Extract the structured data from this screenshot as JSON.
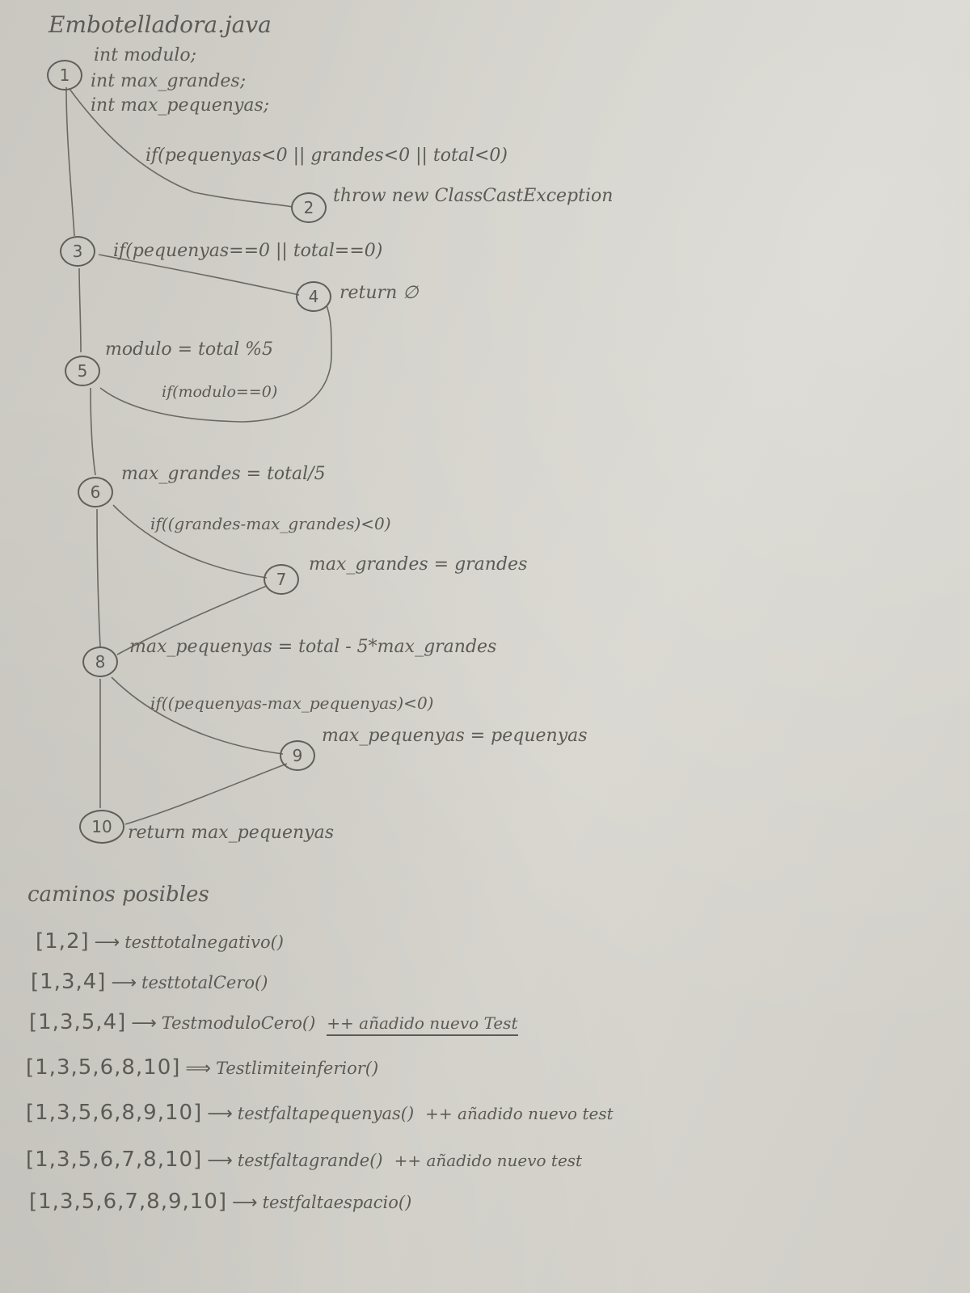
{
  "title": "Embotelladora.java",
  "declarations": [
    "int modulo;",
    "int max_grandes;",
    "int max_pequenyas;"
  ],
  "nodes": [
    {
      "id": "1"
    },
    {
      "id": "2",
      "stmt": "throw new ClassCastException"
    },
    {
      "id": "3",
      "stmt": "if(pequenyas==0 || total==0)"
    },
    {
      "id": "4",
      "stmt": "return ∅"
    },
    {
      "id": "5",
      "stmt": "modulo = total %5"
    },
    {
      "id": "6",
      "stmt": "max_grandes = total/5"
    },
    {
      "id": "7",
      "stmt": "max_grandes = grandes"
    },
    {
      "id": "8",
      "stmt": "max_pequenyas = total - 5*max_grandes"
    },
    {
      "id": "9",
      "stmt": "max_pequenyas = pequenyas"
    },
    {
      "id": "10",
      "stmt": "return max_pequenyas"
    }
  ],
  "conditions": {
    "c12": "if(pequenyas<0 || grandes<0 || total<0)",
    "c54": "if(modulo==0)",
    "c67": "if((grandes-max_grandes)<0)",
    "c89": "if((pequenyas-max_pequenyas)<0)"
  },
  "paths_title": "caminos posibles",
  "paths": [
    {
      "path": "[1,2]",
      "test": "testtotalnegativo()",
      "note": ""
    },
    {
      "path": "[1,3,4]",
      "test": "testtotalCero()",
      "note": ""
    },
    {
      "path": "[1,3,5,4]",
      "test": "TestmoduloCero()",
      "note": "++ añadido nuevo Test"
    },
    {
      "path": "[1,3,5,6,8,10]",
      "test": "Testlimiteinferior()",
      "note": ""
    },
    {
      "path": "[1,3,5,6,8,9,10]",
      "test": "testfaltapequenyas()",
      "note": "++ añadido nuevo test"
    },
    {
      "path": "[1,3,5,6,7,8,10]",
      "test": "testfaltagrande()",
      "note": "++ añadido nuevo test"
    },
    {
      "path": "[1,3,5,6,7,8,9,10]",
      "test": "testfaltaespacio()",
      "note": ""
    }
  ]
}
